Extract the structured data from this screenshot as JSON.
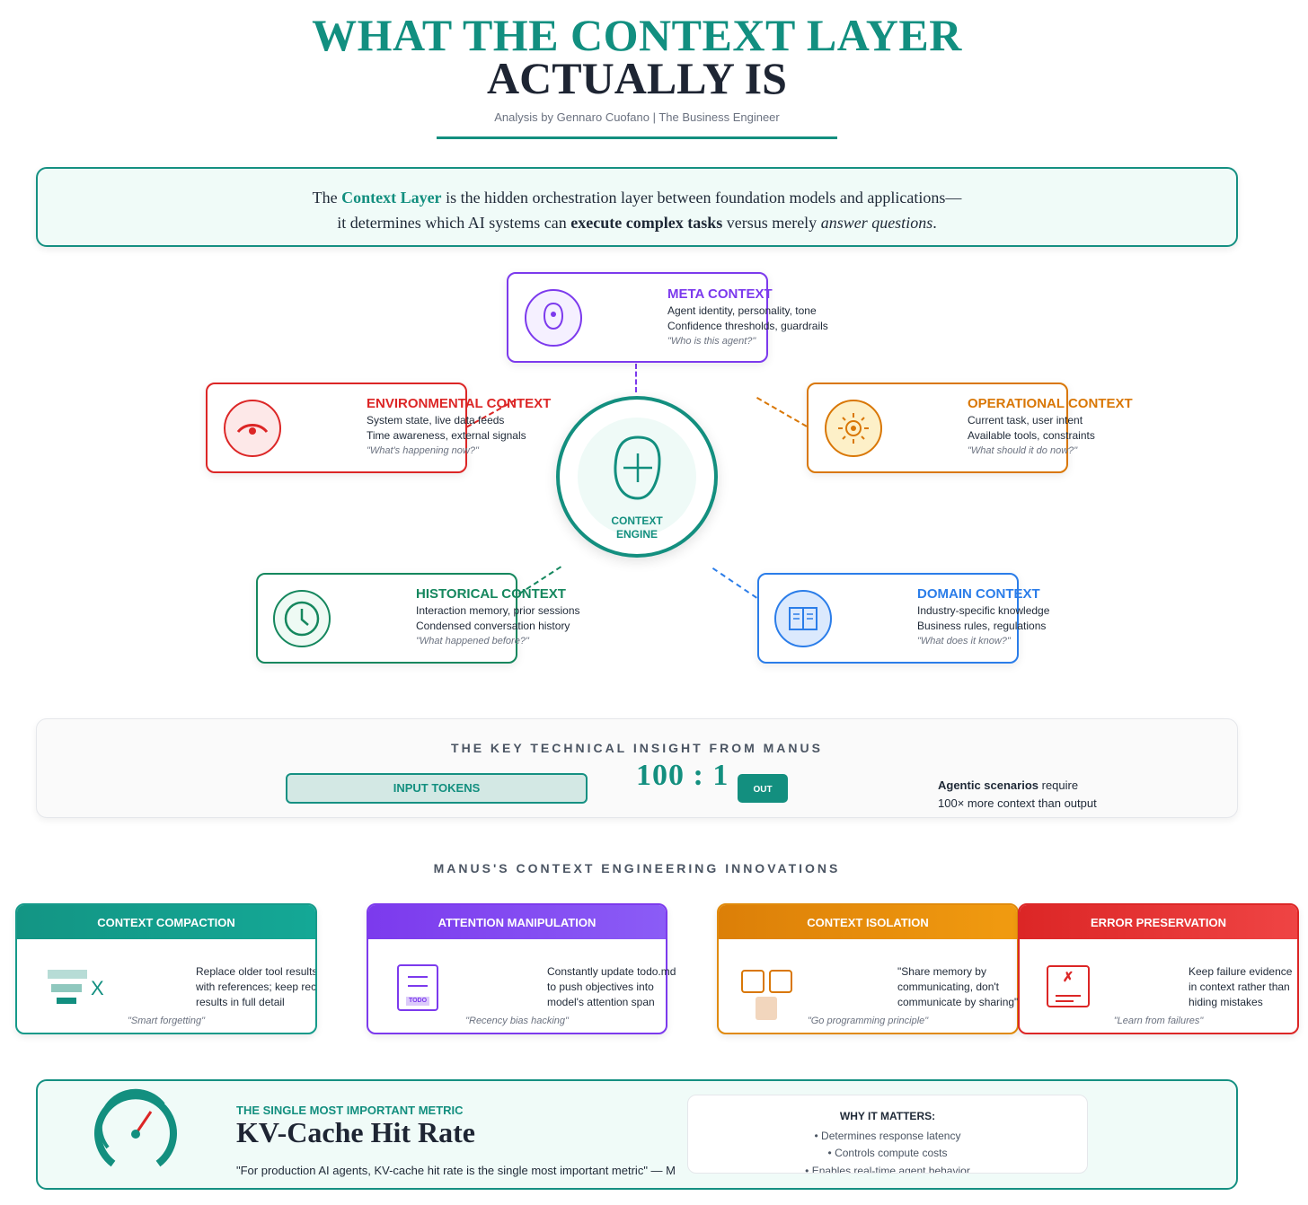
{
  "header": {
    "title_line1": "WHAT THE CONTEXT LAYER",
    "title_line2": "ACTUALLY IS",
    "subtitle": "Analysis by Gennaro Cuofano | The Business Engineer"
  },
  "intro": {
    "pre": "The ",
    "highlight": "Context Layer",
    "mid": " is the hidden orchestration layer between foundation models and applications—",
    "line2_pre": "it determines which AI systems can ",
    "bold": "execute complex tasks",
    "line2_mid": " versus merely ",
    "italic": "answer questions",
    "end": "."
  },
  "engine": {
    "label_line1": "CONTEXT",
    "label_line2": "ENGINE",
    "icon": "shield-plus-icon"
  },
  "contexts": [
    {
      "title": "META CONTEXT",
      "line1": "Agent identity, personality, tone",
      "line2": "Confidence thresholds, guardrails",
      "question": "\"Who is this agent?\"",
      "color": "#7c3aed",
      "icon": "identity-icon"
    },
    {
      "title": "ENVIRONMENTAL CONTEXT",
      "line1": "System state, live data feeds",
      "line2": "Time awareness, external signals",
      "question": "\"What's happening now?\"",
      "color": "#dc2626",
      "icon": "eye-icon"
    },
    {
      "title": "OPERATIONAL CONTEXT",
      "line1": "Current task, user intent",
      "line2": "Available tools, constraints",
      "question": "\"What should it do now?\"",
      "color": "#d97706",
      "icon": "sun-icon"
    },
    {
      "title": "HISTORICAL CONTEXT",
      "line1": "Interaction memory, prior sessions",
      "line2": "Condensed conversation history",
      "question": "\"What happened before?\"",
      "color": "#15875e",
      "icon": "clock-icon"
    },
    {
      "title": "DOMAIN CONTEXT",
      "line1": "Industry-specific knowledge",
      "line2": "Business rules, regulations",
      "question": "\"What does it know?\"",
      "color": "#2b7de9",
      "icon": "book-icon"
    }
  ],
  "insight": {
    "heading": "THE KEY TECHNICAL INSIGHT FROM MANUS",
    "input_label": "INPUT TOKENS",
    "ratio": "100 : 1",
    "output_label": "OUT",
    "note_bold": "Agentic scenarios",
    "note_rest": " require",
    "note_line2": "100× more context than output"
  },
  "innovations": {
    "heading": "MANUS'S CONTEXT ENGINEERING INNOVATIONS",
    "items": [
      {
        "title": "CONTEXT COMPACTION",
        "l1": "Replace older tool results",
        "l2": "with references; keep recent",
        "l3": "results in full detail",
        "quote": "\"Smart forgetting\"",
        "color": "#159a8a",
        "icon_text": "X"
      },
      {
        "title": "ATTENTION MANIPULATION",
        "l1": "Constantly update todo.md",
        "l2": "to push objectives into",
        "l3": "model's attention span",
        "quote": "\"Recency bias hacking\"",
        "color": "#7c3aed",
        "icon_text": "TODO"
      },
      {
        "title": "CONTEXT ISOLATION",
        "l1": "\"Share memory by",
        "l2": "communicating, don't",
        "l3": "communicate by sharing\"",
        "quote": "\"Go programming principle\"",
        "color": "#e08a0b",
        "icon_text": ""
      },
      {
        "title": "ERROR PRESERVATION",
        "l1": "Keep failure evidence",
        "l2": "in context rather than",
        "l3": "hiding mistakes",
        "quote": "\"Learn from failures\"",
        "color": "#dc2626",
        "icon_text": "✗"
      }
    ]
  },
  "metric": {
    "kicker": "THE SINGLE MOST IMPORTANT METRIC",
    "title": "KV-Cache Hit Rate",
    "quote": "\"For production AI agents, KV-cache hit rate is the single most important metric\" — M",
    "why_heading": "WHY IT MATTERS:",
    "why": [
      "• Determines response latency",
      "• Controls compute costs",
      "• Enables real-time agent behavior"
    ]
  }
}
